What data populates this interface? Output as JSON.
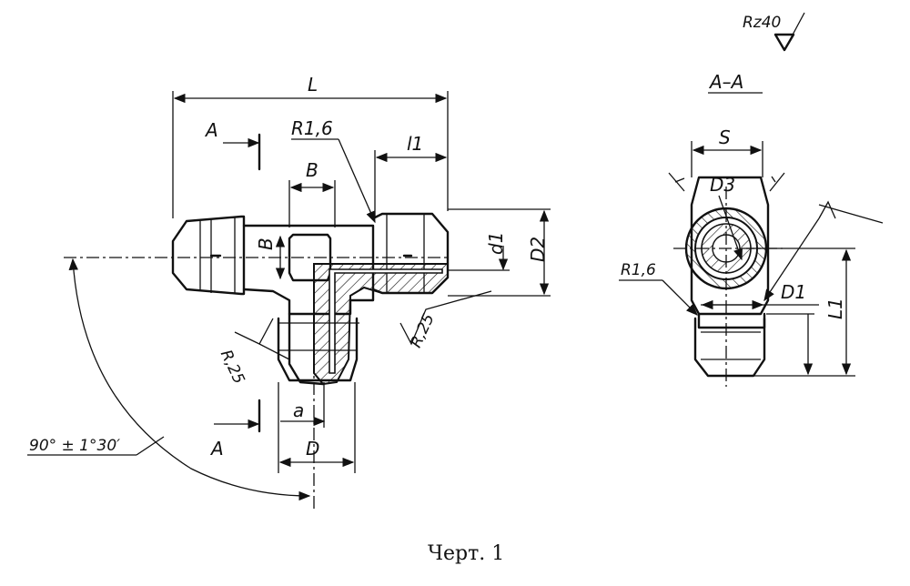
{
  "figure": {
    "caption": "Черт. 1",
    "roughness_mark": "Rz40",
    "section_title": "А–А",
    "front_view": {
      "dim_L": "L",
      "dim_l1": "l1",
      "dim_B_top": "B",
      "dim_B_side": "B",
      "dim_d1": "d1",
      "dim_D2": "D2",
      "dim_a": "a",
      "dim_D": "D",
      "radius_fillet": "R1,6",
      "roughness_right": "R,25",
      "roughness_left": "R,25",
      "section_mark_top": "A",
      "section_mark_bottom": "A",
      "angle": "90° ± 1°30′"
    },
    "section_view": {
      "dim_S": "S",
      "dim_D3": "D3",
      "dim_D1": "D1",
      "dim_L1": "L1",
      "radius_fillet": "R1,6"
    }
  }
}
